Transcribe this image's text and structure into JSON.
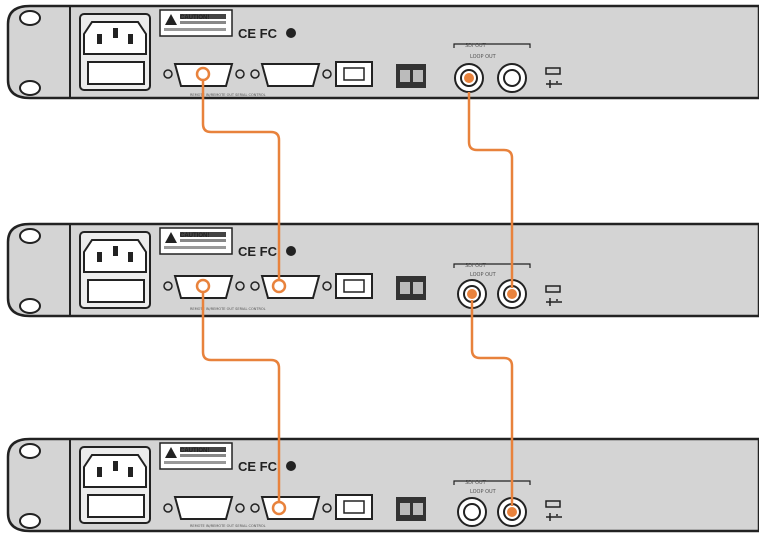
{
  "diagram": {
    "units": [
      {
        "id": "unit-1",
        "caution_title": "CAUTION!",
        "certifications": "CE FC",
        "serial_port_caption": "REMOTE IN/REMOTE OUT SERIAL CONTROL",
        "sdi_group_label": "SDI OUT",
        "sdi_sub_label": "LOOP OUT"
      },
      {
        "id": "unit-2",
        "caution_title": "CAUTION!",
        "certifications": "CE FC",
        "serial_port_caption": "REMOTE IN/REMOTE OUT SERIAL CONTROL",
        "sdi_group_label": "SDI OUT",
        "sdi_sub_label": "LOOP OUT"
      },
      {
        "id": "unit-3",
        "caution_title": "CAUTION!",
        "certifications": "CE FC",
        "serial_port_caption": "REMOTE IN/REMOTE OUT SERIAL CONTROL",
        "sdi_group_label": "SDI OUT",
        "sdi_sub_label": "LOOP OUT"
      }
    ],
    "colors": {
      "cable": "#e8823c",
      "panel": "#d3d3d3",
      "outline": "#222222"
    }
  }
}
